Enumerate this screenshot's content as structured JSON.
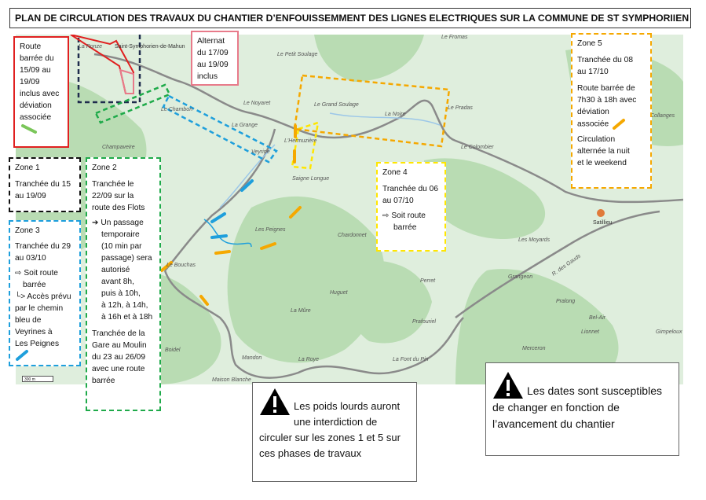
{
  "title": "PLAN DE CIRCULATION DES TRAVAUX DU CHANTIER D’ENFOUISSEMMENT DES LIGNES ELECTRIQUES SUR LA COMMUNE DE ST SYMPHORIIEN DE MAHUN",
  "map_labels": {
    "saint_symphorien": "Saint-Symphorien-de-Mahun",
    "chambon": "Le Chambon",
    "noyaret": "Le Noyaret",
    "grange": "La Grange",
    "champaveire": "Champaveire",
    "veyrine": "Veyrine",
    "petit_soulage": "Le Petit Soulage",
    "grand_soulage": "Le Grand Soulage",
    "hermuziere": "L'Hermuzière",
    "saigne_longue": "Saigne Longue",
    "peignes": "Les Peignes",
    "chardonnet": "Chardonnet",
    "colombier": "Le Colombier",
    "moyards": "Les Moyards",
    "satillieu": "Satillieu",
    "grangeon": "Grangeon",
    "perret": "Perret",
    "huguet": "Huguet",
    "mure": "La Mûre",
    "prafouriel": "Prafouriel",
    "bouchas": "Le Bouchas",
    "boidel": "Boidel",
    "mandon": "Mandon",
    "roye": "La Roye",
    "font_du_pin": "La Font du Pin",
    "maison_blanche": "Maison Blanche",
    "merceron": "Merceron",
    "lionnet": "Lionnet",
    "pralong": "Pralong",
    "bel_air": "Bel-Air",
    "gimpeloux": "Gimpeloux",
    "collanges": "Collanges",
    "fromas": "Le Fromas",
    "ronze": "La Ronze",
    "rte_gauds": "R. des Gauds",
    "noire": "La Noire",
    "route_plus": "Le Pradas"
  },
  "scale_label": "300 m",
  "boxes": {
    "route_barree": [
      "Route",
      "barrée du",
      "15/09 au",
      "19/09",
      "inclus avec",
      "déviation",
      "associée"
    ],
    "alternat": [
      "Alternat",
      "du 17/09",
      "au 19/09",
      "inclus"
    ],
    "zone1": [
      "Zone 1",
      "Tranchée du 15",
      "au 19/09"
    ],
    "zone2": [
      "Zone 2",
      "Tranchée le",
      "22/09 sur la",
      "route des Flots",
      "➔ Un passage",
      "temporaire",
      "(10 min par",
      "passage) sera",
      "autorisé",
      "avant 8h,",
      "puis à 10h,",
      "à 12h, à 14h,",
      "à 16h et à 18h",
      "Tranchée de la",
      "Gare au Moulin",
      "du 23 au 26/09",
      "avec une route",
      "barrée"
    ],
    "zone3": [
      "Zone 3",
      "Tranchée du 29",
      "au 03/10",
      "⇨ Soit route",
      "barrée",
      "└> Accès prévu",
      "par le chemin",
      "bleu de",
      "Veyrines à",
      "Les Peignes"
    ],
    "zone4": [
      "Zone 4",
      "Tranchée du 06",
      "au 07/10",
      "⇨ Soit route",
      "barrée"
    ],
    "zone5": [
      "Zone 5",
      "Tranchée du 08",
      "au 17/10",
      "Route barrée de",
      "7h30 à 18h avec",
      "déviation",
      "associée",
      "Circulation",
      "alternée la nuit",
      "et le weekend"
    ]
  },
  "warnings": {
    "poids_lourds": "Les poids lourds auront une interdiction de circuler sur les zones 1 et 5 sur ces phases de travaux",
    "dates": "Les dates sont susceptibles de changer en fonction de l’avancement du chantier"
  },
  "colors": {
    "zone1": "#111111",
    "zone2": "#1faa4a",
    "zone3": "#1e9fdc",
    "zone4": "#ffe600",
    "zone5": "#f5a800",
    "route_barree": "#e02020",
    "alternat": "#e87a8a",
    "map_bg": "#dfeedd",
    "forest": "#b9dcb3",
    "road": "#8a8a8a"
  }
}
